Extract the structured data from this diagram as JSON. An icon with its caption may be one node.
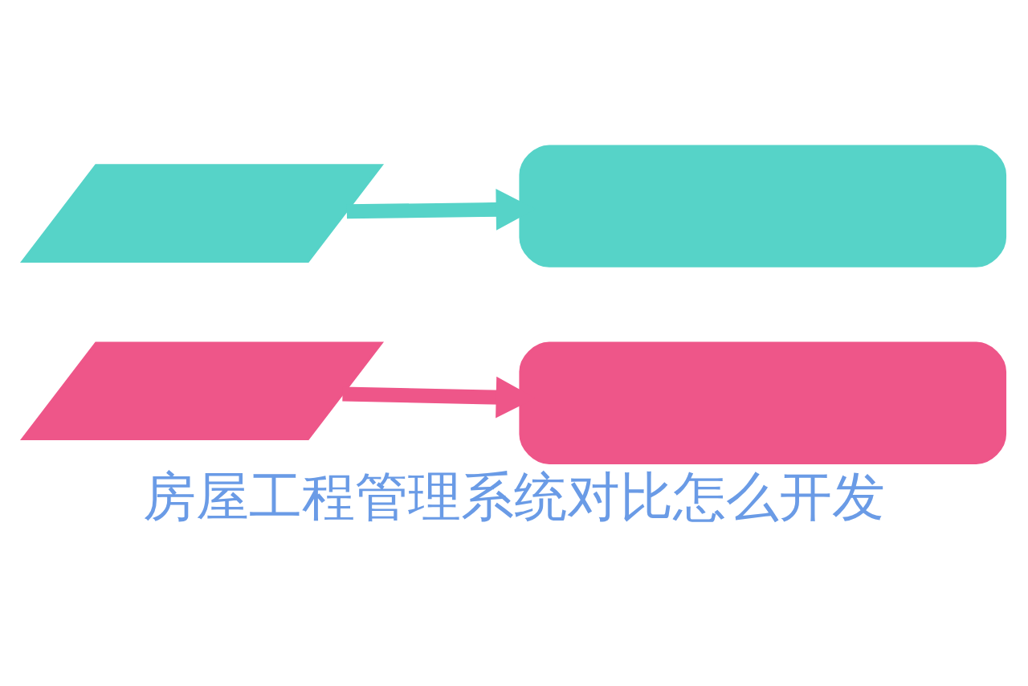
{
  "diagram": {
    "caption": "房屋工程管理系统对比怎么开发",
    "nodes": [
      {
        "text": [],
        "shape": "parallelogram"
      },
      {
        "text": [],
        "shape": "box"
      },
      {
        "text": [],
        "shape": "parallelogram"
      },
      {
        "text": [],
        "shape": "box"
      }
    ],
    "edges": [
      {
        "from": 0,
        "to": 1,
        "arrow": "to",
        "color": "#56d3c8"
      },
      {
        "from": 2,
        "to": 3,
        "arrow": "to",
        "color": "#ee5689"
      }
    ]
  }
}
